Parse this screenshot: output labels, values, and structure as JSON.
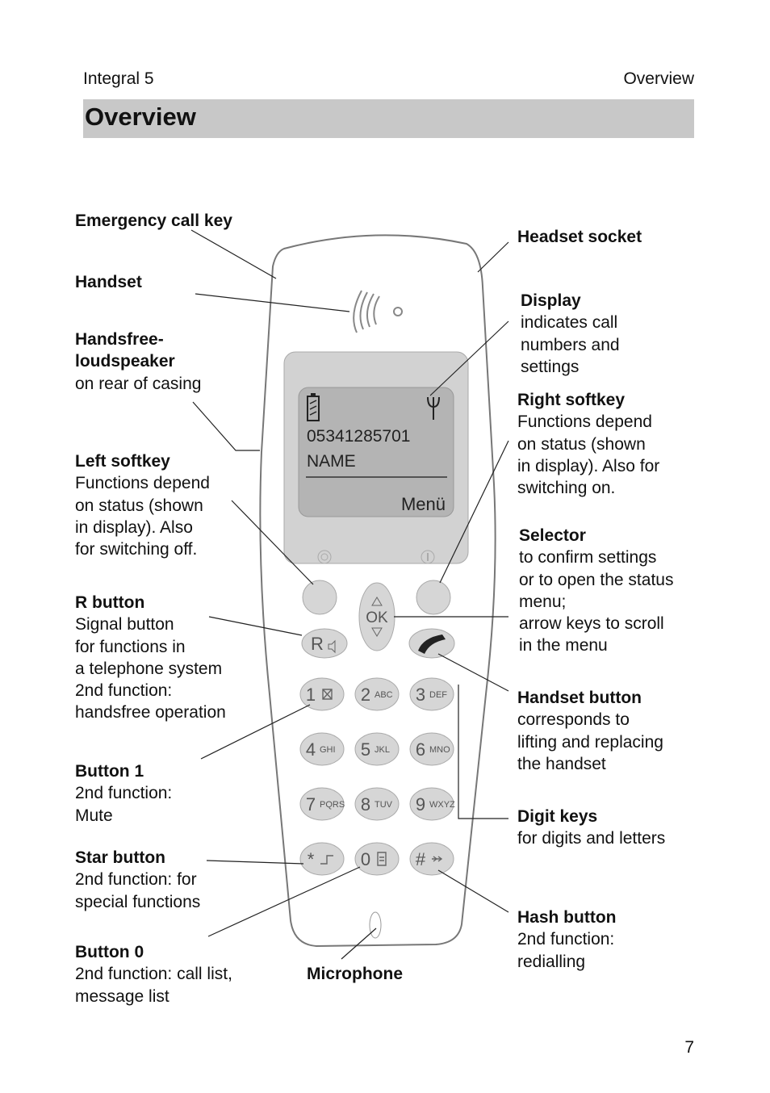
{
  "header": {
    "left": "Integral 5",
    "right": "Overview"
  },
  "title": "Overview",
  "display": {
    "number": "05341285701",
    "name": "NAME",
    "menu": "Menü"
  },
  "keypad": [
    {
      "digit": "1",
      "letters": "",
      "icon": "envelope-icon"
    },
    {
      "digit": "2",
      "letters": "ABC"
    },
    {
      "digit": "3",
      "letters": "DEF"
    },
    {
      "digit": "4",
      "letters": "GHI"
    },
    {
      "digit": "5",
      "letters": "JKL"
    },
    {
      "digit": "6",
      "letters": "MNO"
    },
    {
      "digit": "7",
      "letters": "PQRS"
    },
    {
      "digit": "8",
      "letters": "TUV"
    },
    {
      "digit": "9",
      "letters": "WXYZ"
    },
    {
      "digit": "*",
      "letters": "",
      "icon": "pause-icon"
    },
    {
      "digit": "0",
      "letters": "",
      "icon": "list-icon"
    },
    {
      "digit": "#",
      "letters": "",
      "icon": "arrow-icon"
    }
  ],
  "buttons": {
    "r": "R",
    "ok": "OK"
  },
  "callouts": {
    "emergency": {
      "title": "Emergency call key",
      "desc": ""
    },
    "handset": {
      "title": "Handset",
      "desc": ""
    },
    "loudspeaker": {
      "title": "Handsfree-\nloudspeaker",
      "desc": "on rear of casing"
    },
    "left_softkey": {
      "title": "Left softkey",
      "desc": "Functions depend\non status (shown\nin display). Also\nfor switching off."
    },
    "r_button": {
      "title": "R button",
      "desc": "Signal button\nfor functions in\na telephone system\n2nd function:\nhandsfree operation"
    },
    "button1": {
      "title": "Button 1",
      "desc": "2nd function:\nMute"
    },
    "star": {
      "title": "Star button",
      "desc": "2nd function: for\nspecial functions"
    },
    "button0": {
      "title": "Button 0",
      "desc": "2nd function: call list,\nmessage list"
    },
    "microphone": {
      "title": "Microphone",
      "desc": ""
    },
    "headset_socket": {
      "title": "Headset socket",
      "desc": ""
    },
    "display": {
      "title": "Display",
      "desc": "indicates call\nnumbers and\nsettings"
    },
    "right_softkey": {
      "title": "Right softkey",
      "desc": "Functions depend\non status (shown\nin display). Also for\nswitching on."
    },
    "selector": {
      "title": "Selector",
      "desc": "to confirm settings\nor to open the status\nmenu;\narrow keys to scroll\nin the menu"
    },
    "handset_button": {
      "title": "Handset button",
      "desc": "corresponds to\nlifting and replacing\nthe handset"
    },
    "digit_keys": {
      "title": "Digit keys",
      "desc": "for digits and letters"
    },
    "hash": {
      "title": "Hash button",
      "desc": "2nd function:\nredialling"
    }
  },
  "page_number": "7"
}
